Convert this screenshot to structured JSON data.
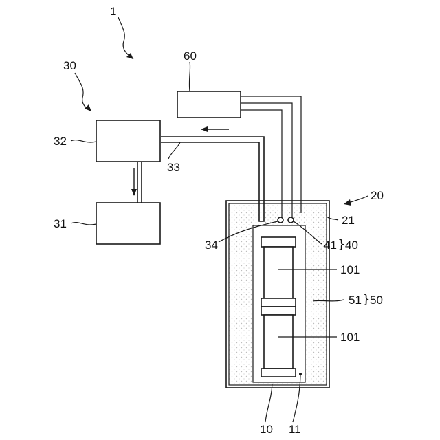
{
  "figure": {
    "labels": {
      "system": "1",
      "recovery_unit": "30",
      "container_unit": "20",
      "controller": "60",
      "condenser": "32",
      "pipe_upper": "33",
      "tank": "31",
      "container_wall": "21",
      "pipe_inlet": "34",
      "sensor": "41",
      "sensor_group": "40",
      "cell_top": "101",
      "cell_bottom": "101",
      "fluid": "51",
      "fluid_group": "50",
      "holder": "10",
      "holder_probe": "11"
    },
    "colors": {
      "line": "#1a1a1a",
      "fluid_dots": "#bdbdbd",
      "background": "#ffffff"
    }
  }
}
